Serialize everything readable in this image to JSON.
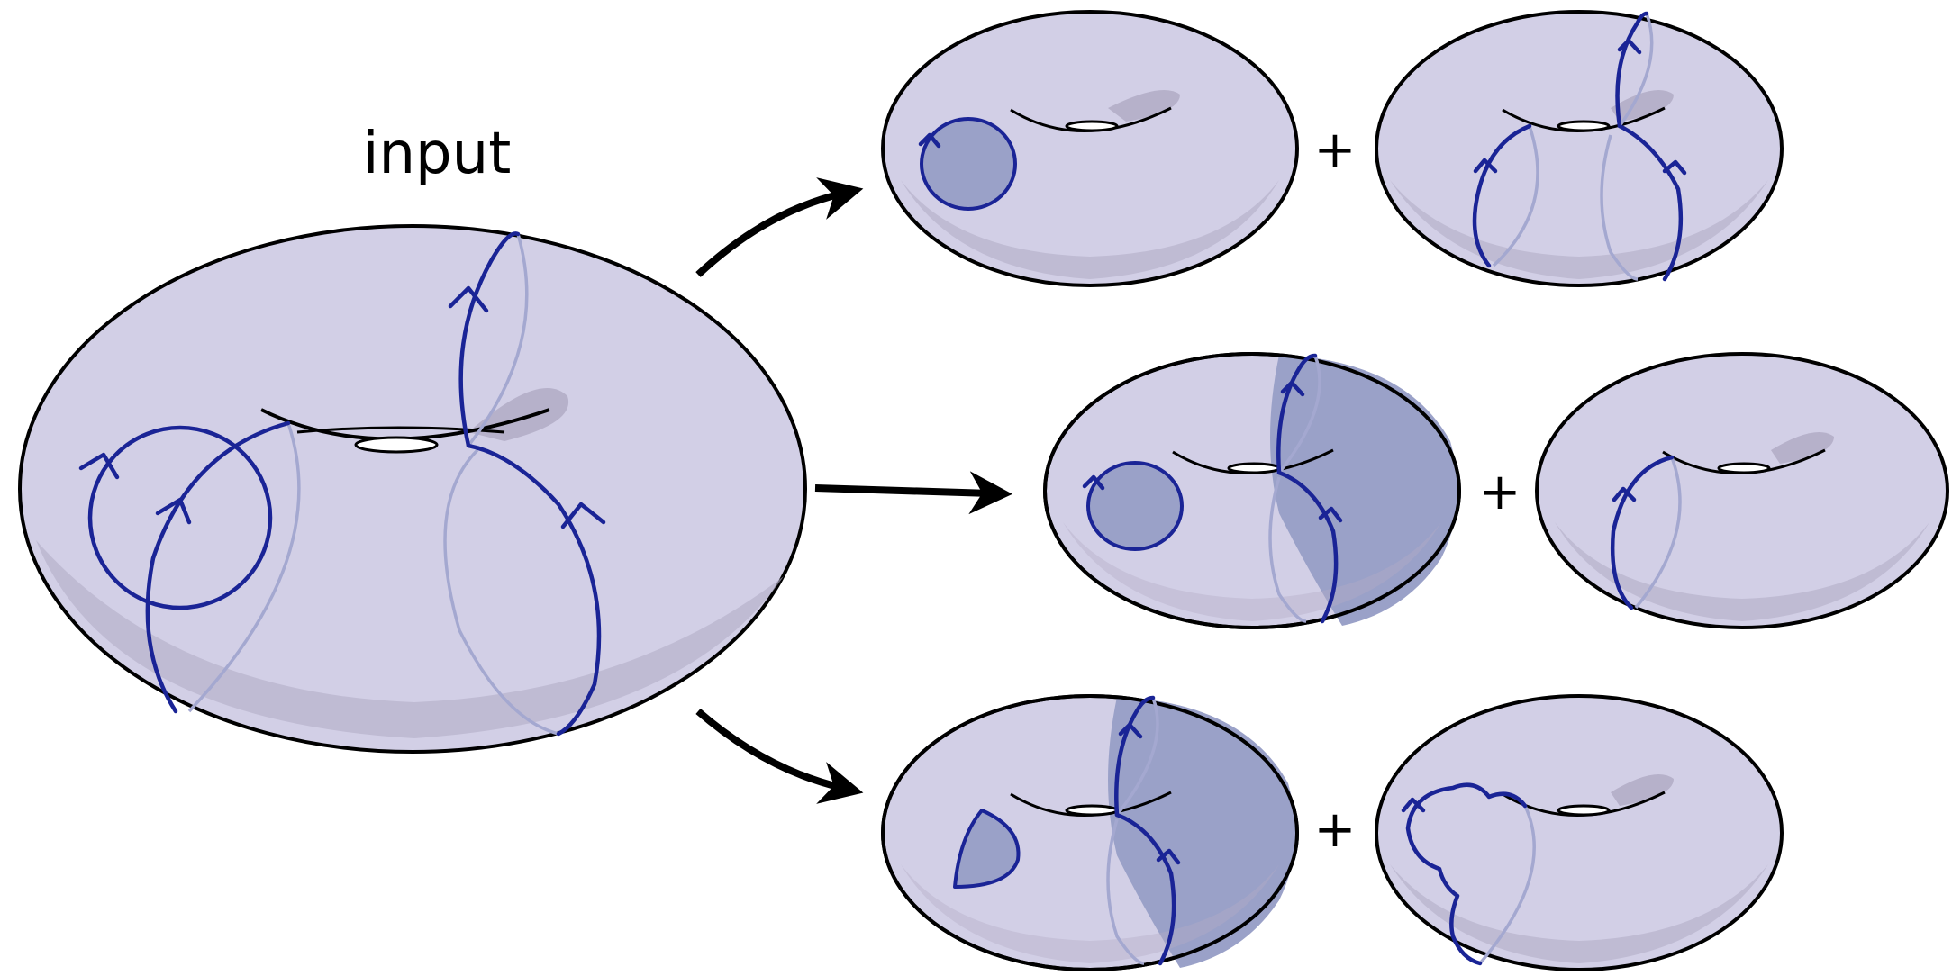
{
  "diagram": {
    "input_label": "input",
    "plus_sign": "+",
    "colors": {
      "torus_fill": "#d2cfe6",
      "torus_shaded_region": "#9aa1c8",
      "disk_fill": "#9aa1c8",
      "curve": "#1a2496",
      "curve_back": "#a4a8d0",
      "shadow": "#b3adc6",
      "arrow": "#000000"
    },
    "rows": [
      {
        "row": "top",
        "left": "torus-with-small-disk",
        "right": "torus-with-two-meridians"
      },
      {
        "row": "middle",
        "left": "torus-half-shaded-with-disk",
        "right": "torus-with-single-meridian"
      },
      {
        "row": "bottom",
        "left": "torus-half-shaded-with-half-disk",
        "right": "torus-with-lobed-curve"
      }
    ]
  }
}
